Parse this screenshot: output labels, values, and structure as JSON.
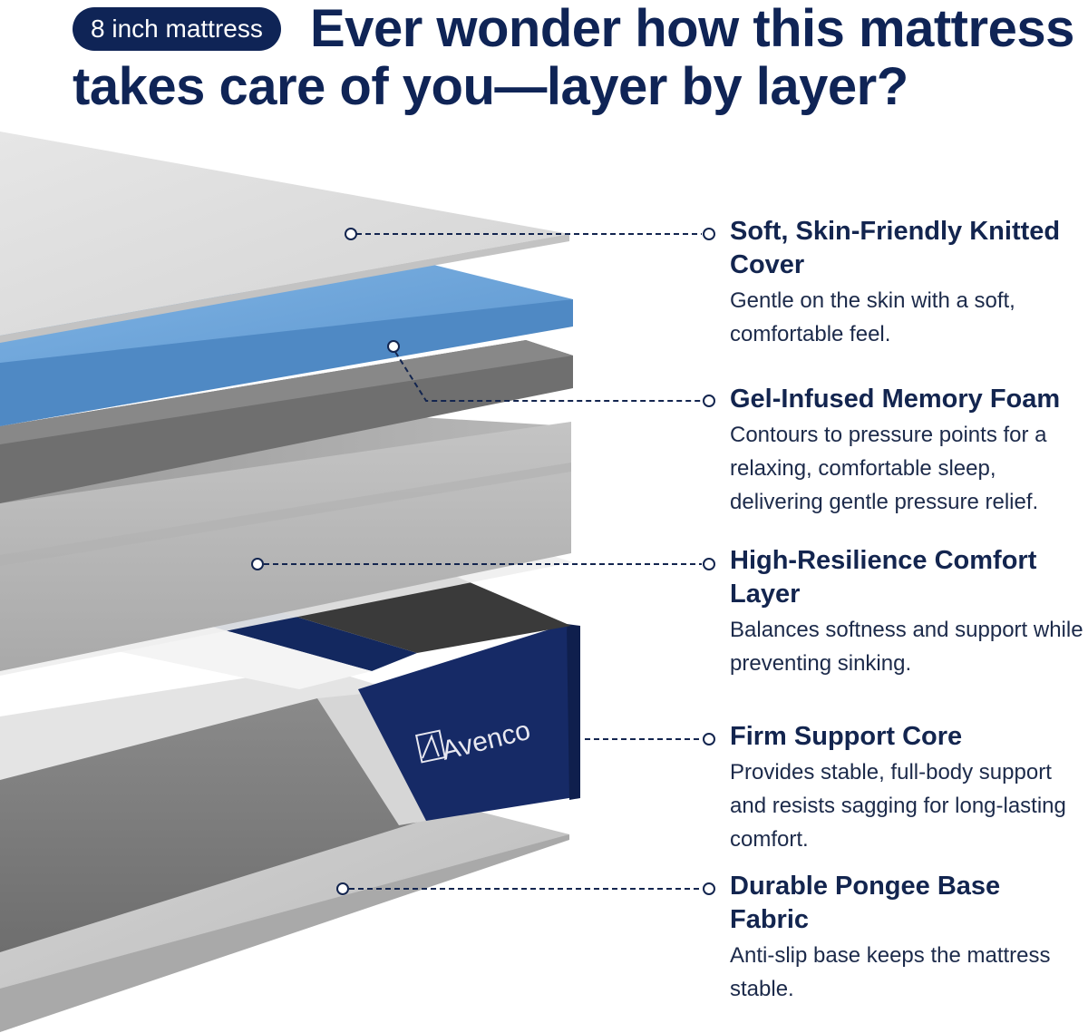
{
  "header": {
    "badge": "8 inch mattress",
    "title": "Ever wonder how this mattress takes care of you—layer by layer?"
  },
  "brand": {
    "name": "Avenco"
  },
  "colors": {
    "navy": "#0f2456",
    "gel_blue": "#6aa3d8",
    "cover_gray": "#dcdcdc",
    "foam_gray": "#bdbdbd",
    "core_gray": "#7d7d7d"
  },
  "layers": [
    {
      "title": "Soft, Skin-Friendly Knitted Cover",
      "description": "Gentle on the skin with a soft, comfortable feel."
    },
    {
      "title": "Gel-Infused Memory Foam",
      "description": "Contours to pressure points for a relaxing, comfortable sleep, delivering gentle pressure relief."
    },
    {
      "title": "High-Resilience Comfort Layer",
      "description": "Balances softness and support while preventing sinking."
    },
    {
      "title": "Firm Support Core",
      "description": "Provides stable, full-body support and resists sagging for long-lasting comfort."
    },
    {
      "title": "Durable Pongee Base Fabric",
      "description": "Anti-slip base keeps the mattress stable."
    }
  ]
}
